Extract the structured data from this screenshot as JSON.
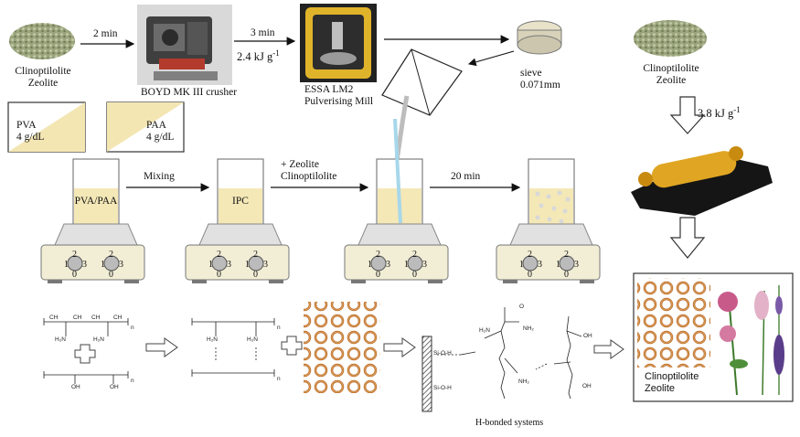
{
  "raw_material": {
    "name_line1": "Clinoptilolite",
    "name_line2": "Zeolite"
  },
  "step_crush": {
    "time": "2 min",
    "device": "BOYD MK III crusher"
  },
  "step_mill": {
    "time": "3 min",
    "energy": "2.4 kJ g",
    "energy_exp": "-1",
    "device_line1": "ESSA LM2",
    "device_line2": "Pulverising Mill"
  },
  "sieve": {
    "line1": "sieve",
    "line2": "0.071mm"
  },
  "solutions": {
    "pva": {
      "name": "PVA",
      "conc": "4 g/dL"
    },
    "paa": {
      "name": "PAA",
      "conc": "4 g/dL"
    }
  },
  "beakers": {
    "b1": "PVA/PAA",
    "b2": "IPC"
  },
  "arrows": {
    "mixing": "Mixing",
    "add_line1": "+ Zeolite",
    "add_line2": "Clinoptilolite",
    "stir_time": "20 min"
  },
  "stirrer_dial": {
    "top": "2",
    "left": "1",
    "right": "3",
    "bottom": "0"
  },
  "right_column": {
    "name_line1": "Clinoptilolite",
    "name_line2": "Zeolite",
    "energy": "3.8 kJ g",
    "energy_exp": "-1"
  },
  "chemistry": {
    "paa_r1": "CH",
    "paa_r2": "CH",
    "paa_r3": "CH",
    "paa_r4": "CH",
    "pva_oh": "OH",
    "n": "n",
    "amide_o": "O",
    "amide_n": "H₂N",
    "amide_nh2": "NH₂",
    "siooh": "Si-O-H",
    "sioh": "Si-O-H",
    "hbond_caption": "H-bonded systems"
  },
  "final_box": {
    "line1": "Clinoptilolite",
    "line2": "Zeolite"
  }
}
